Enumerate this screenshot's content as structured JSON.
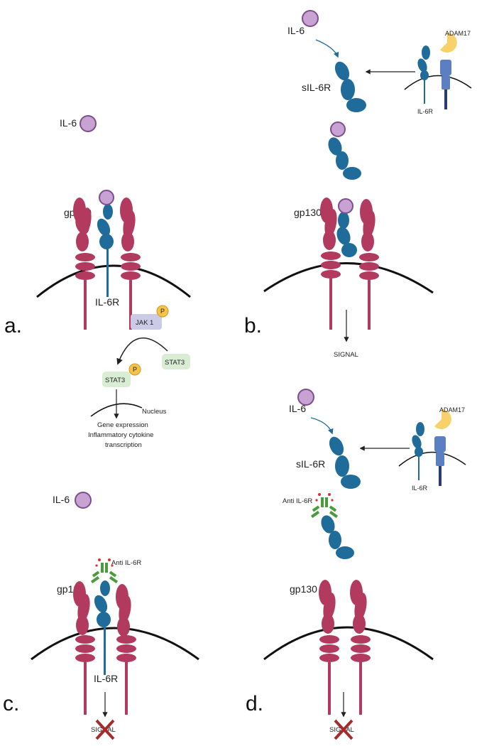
{
  "colors": {
    "gp130": "#B23A5E",
    "il6r": "#1F6B9A",
    "il6": "#C7A2D3",
    "il6_stroke": "#7C4E8B",
    "membrane": "#111111",
    "jak": "#CBCBE8",
    "stat": "#D8EDD3",
    "phosphate": "#F5C34A",
    "adam17": "#F7D26B",
    "adam17_body": "#5C7FC2",
    "antibody": "#4C9B3A",
    "antibody_tip": "#D6303E",
    "block_x": "#A52A2A"
  },
  "panels": {
    "a": {
      "letter": "a.",
      "il6": "IL-6",
      "gp130": "gp130",
      "il6r": "IL-6R",
      "jak": "JAK 1",
      "phos": "P",
      "stat3_right": "STAT3",
      "stat3_left": "STAT3",
      "nucleus": "Nucleus",
      "outcome": [
        "Gene expression",
        "Inflammatory cytokine",
        "transcription"
      ]
    },
    "b": {
      "letter": "b.",
      "il6": "IL-6",
      "sil6r": "sIL-6R",
      "adam17": "ADAM17",
      "il6r": "IL-6R",
      "gp130": "gp130",
      "signal": "SIGNAL"
    },
    "c": {
      "letter": "c.",
      "il6": "IL-6",
      "anti": "Anti IL-6R",
      "gp130": "gp130",
      "il6r": "IL-6R",
      "signal": "SIGNAL"
    },
    "d": {
      "letter": "d.",
      "il6": "IL-6",
      "sil6r": "sIL-6R",
      "anti": "Anti IL-6R",
      "adam17": "ADAM17",
      "il6r": "IL-6R",
      "gp130": "gp130",
      "signal": "SIGNAL"
    }
  }
}
